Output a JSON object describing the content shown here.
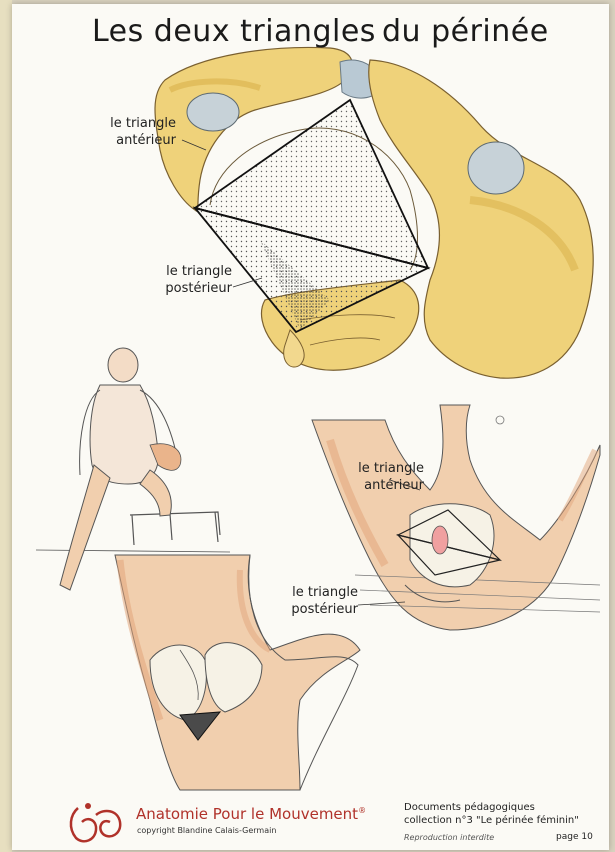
{
  "title": {
    "part1": "Les deux triangles",
    "part2": "du périnée"
  },
  "labels": {
    "top_anterior": {
      "line1": "le triangle",
      "line2": "antérieur"
    },
    "top_posterior": {
      "line1": "le triangle",
      "line2": "postérieur"
    },
    "right_anterior": {
      "line1": "le triangle",
      "line2": "antérieur"
    },
    "right_posterior": {
      "line1": "le triangle",
      "line2": "postérieur"
    }
  },
  "footer": {
    "brand": "Anatomie Pour le Mouvement",
    "brand_mark": "®",
    "copyright": "copyright Blandine Calais-Germain",
    "doc_line1": "Documents pédagogiques",
    "doc_line2": "collection n°3 \"Le périnée féminin\"",
    "reproduction": "Reproduction interdite",
    "page": "page 10"
  },
  "colors": {
    "bone": "#efd27a",
    "bone_shadow": "#d9b04a",
    "skin": "#f1cfae",
    "skin_shadow": "#e2a67b",
    "brand": "#b0322a"
  }
}
